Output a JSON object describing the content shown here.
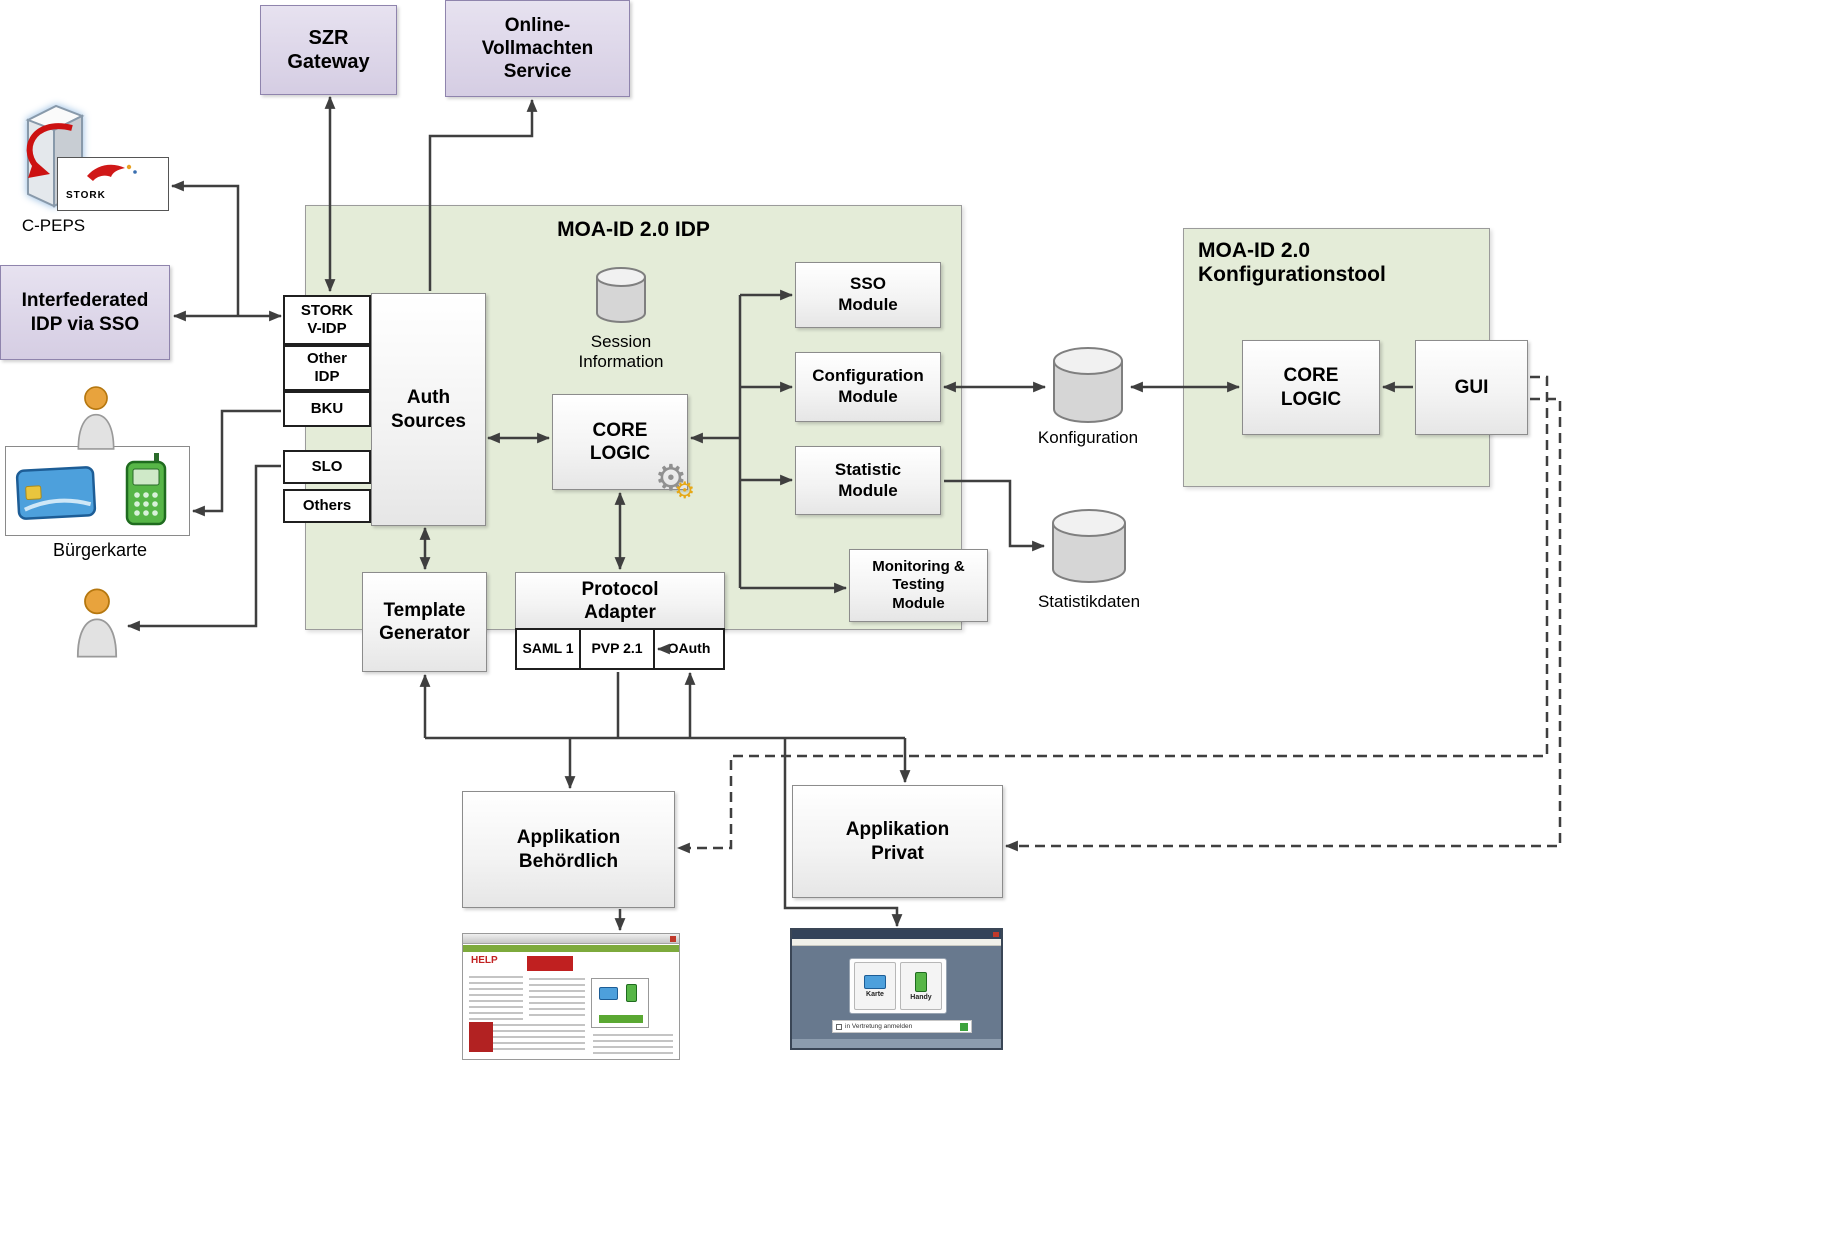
{
  "diagram": {
    "idp_title": "MOA-ID 2.0 IDP",
    "konfigtool_title": "MOA-ID 2.0\nKonfigurationstool"
  },
  "external_boxes": {
    "szr_gateway": "SZR\nGateway",
    "online_vollmachten": "Online-\nVollmachten\nService",
    "interfederated_idp": "Interfederated\nIDP via SSO"
  },
  "actors": {
    "cpeps": "C-PEPS",
    "stork": "STORK",
    "buergerkarte": "Bürgerkarte"
  },
  "idp_components": {
    "stack": [
      "STORK\nV-IDP",
      "Other\nIDP",
      "BKU",
      "SLO",
      "Others"
    ],
    "auth_sources": "Auth\nSources",
    "session_information": "Session\nInformation",
    "core_logic": "CORE\nLOGIC",
    "sso_module": "SSO\nModule",
    "configuration_module": "Configuration\nModule",
    "statistic_module": "Statistic\nModule",
    "monitoring_module": "Monitoring &\nTesting\nModule",
    "template_generator": "Template\nGenerator",
    "protocol_adapter": "Protocol\nAdapter",
    "protocols": [
      "SAML 1",
      "PVP 2.1",
      "OAuth"
    ]
  },
  "konfigtool": {
    "core_logic": "CORE\nLOGIC",
    "gui": "GUI"
  },
  "datastores": {
    "konfiguration": "Konfiguration",
    "statistikdaten": "Statistikdaten"
  },
  "applications": {
    "behoerdlich": "Applikation\nBehördlich",
    "privat": "Applikation\nPrivat"
  },
  "thumbnails": {
    "help_site": "HELP",
    "login_karte": "Karte",
    "login_handy": "Handy",
    "login_checkbox": "in Vertretung anmelden"
  },
  "colors": {
    "lavender": "#d9d2e4",
    "green_container": "#e4ecd8",
    "arrow": "#3f3f3f"
  }
}
